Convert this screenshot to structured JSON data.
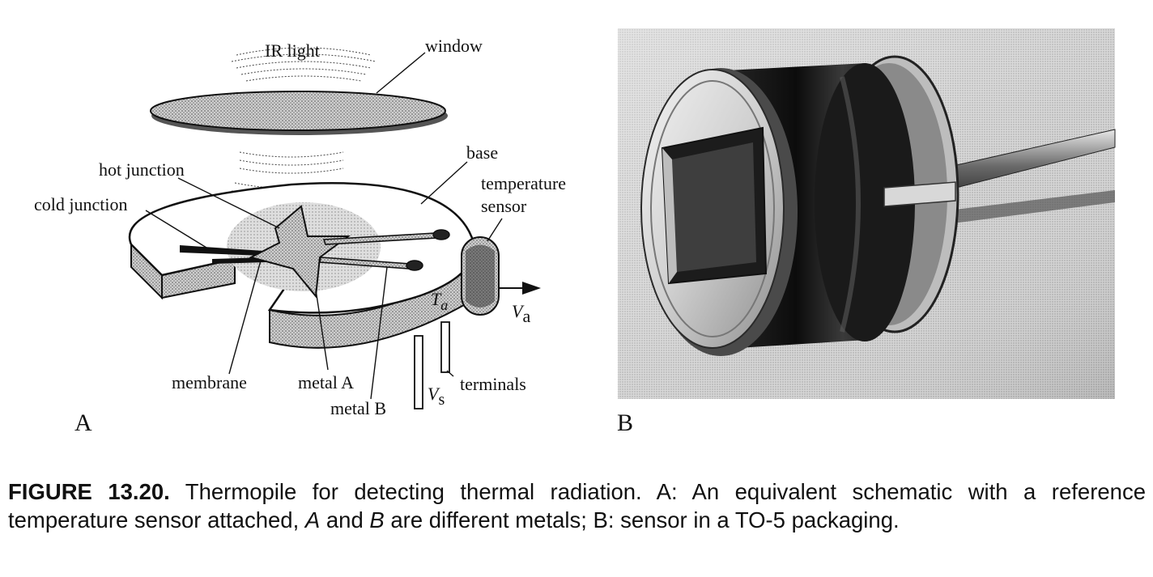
{
  "panel_a": {
    "letter": "A",
    "labels": {
      "ir_light": "IR light",
      "window": "window",
      "base": "base",
      "hot_junction": "hot junction",
      "cold_junction": "cold junction",
      "temperature_sensor_line1": "temperature",
      "temperature_sensor_line2": "sensor",
      "ta_symbol": "T",
      "ta_sub": "a",
      "va_symbol": "V",
      "va_sub": "a",
      "vs_symbol": "V",
      "vs_sub": "s",
      "membrane": "membrane",
      "metal_a": "metal A",
      "metal_b": "metal B",
      "terminals": "terminals"
    }
  },
  "panel_b": {
    "letter": "B"
  },
  "caption": {
    "figure_number": "FIGURE 13.20.",
    "text_1": " Thermopile for detecting thermal radiation. A: An equivalent schematic with a reference temperature sensor attached, ",
    "var_a": "A",
    "text_2": " and ",
    "var_b": "B",
    "text_3": " are different metals; B: sensor in a TO-5 packaging."
  }
}
